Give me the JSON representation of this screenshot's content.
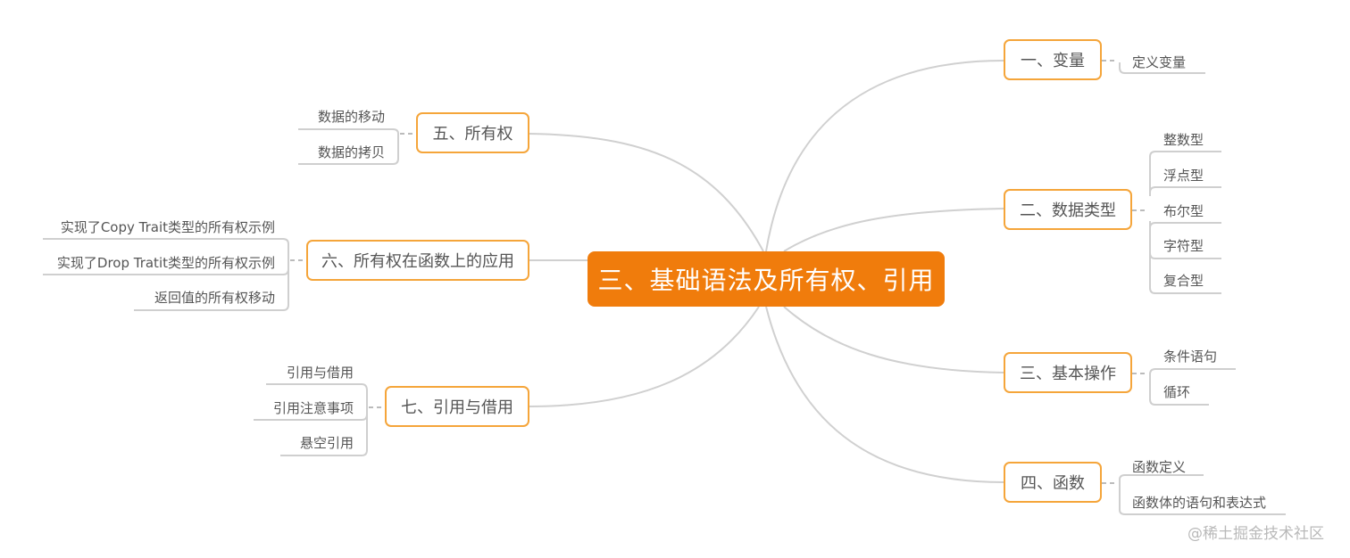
{
  "root": {
    "label": "三、基础语法及所有权、引用",
    "color": "#f07c0c"
  },
  "colors": {
    "topic_border": "#f5a53a",
    "line": "#d0d0d0",
    "text": "#555555"
  },
  "right_topics": [
    {
      "label": "一、变量",
      "children": [
        "定义变量"
      ]
    },
    {
      "label": "二、数据类型",
      "children": [
        "整数型",
        "浮点型",
        "布尔型",
        "字符型",
        "复合型"
      ]
    },
    {
      "label": "三、基本操作",
      "children": [
        "条件语句",
        "循环"
      ]
    },
    {
      "label": "四、函数",
      "children": [
        "函数定义",
        "函数体的语句和表达式"
      ]
    }
  ],
  "left_topics": [
    {
      "label": "五、所有权",
      "children": [
        "数据的移动",
        "数据的拷贝"
      ]
    },
    {
      "label": "六、所有权在函数上的应用",
      "children": [
        "实现了Copy Trait类型的所有权示例",
        "实现了Drop Tratit类型的所有权示例",
        "返回值的所有权移动"
      ]
    },
    {
      "label": "七、引用与借用",
      "children": [
        "引用与借用",
        "引用注意事项",
        "悬空引用"
      ]
    }
  ],
  "watermark": "@稀土掘金技术社区"
}
